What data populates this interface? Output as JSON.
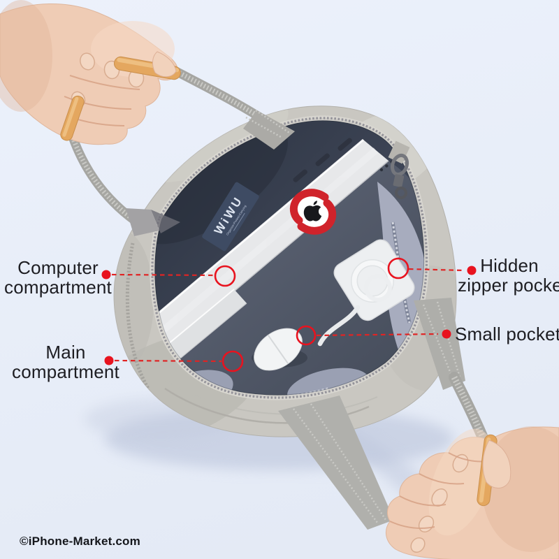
{
  "palette": {
    "accent_red": "#e8131f",
    "dash_red": "#e02424",
    "background": "#e8edf8",
    "bag_grey": "#c9c7c1",
    "handle_tan": "#e4a75f",
    "brand_tag_navy": "#3e4b63"
  },
  "annotations": {
    "computer_compartment": {
      "line1": "Computer",
      "line2": "compartment"
    },
    "main_compartment": {
      "line1": "Main",
      "line2": "compartment"
    },
    "hidden_zipper_pocket": {
      "line1": "Hidden",
      "line2": "zipper pocket"
    },
    "small_pocket": {
      "label": "Small pocket"
    }
  },
  "brand_tag": {
    "brand": "WiWU",
    "tagline": "Organize-Protect-Carrying"
  },
  "icons": {
    "apple_logo": "apple-logo-icon",
    "censor_mark": "censor-swirl-icon"
  },
  "watermark": "©iPhone-Market.com"
}
